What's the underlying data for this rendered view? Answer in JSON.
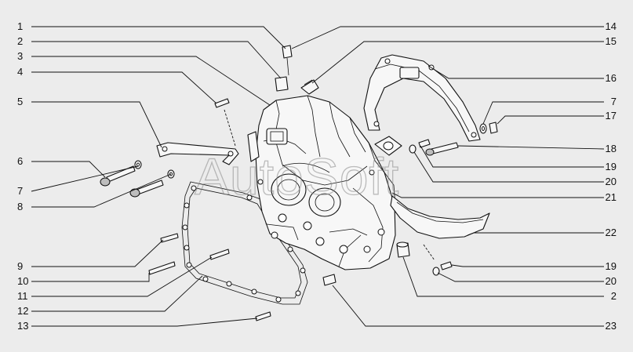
{
  "watermark": "AutoSoft",
  "callouts_left": [
    {
      "id": "l1",
      "label": "1"
    },
    {
      "id": "l2",
      "label": "2"
    },
    {
      "id": "l3",
      "label": "3"
    },
    {
      "id": "l4",
      "label": "4"
    },
    {
      "id": "l5",
      "label": "5"
    },
    {
      "id": "l6",
      "label": "6"
    },
    {
      "id": "l7",
      "label": "7"
    },
    {
      "id": "l8",
      "label": "8"
    },
    {
      "id": "l9",
      "label": "9"
    },
    {
      "id": "l10",
      "label": "10"
    },
    {
      "id": "l11",
      "label": "11"
    },
    {
      "id": "l12",
      "label": "12"
    },
    {
      "id": "l13",
      "label": "13"
    }
  ],
  "callouts_right": [
    {
      "id": "r14",
      "label": "14"
    },
    {
      "id": "r15",
      "label": "15"
    },
    {
      "id": "r16",
      "label": "16"
    },
    {
      "id": "r7",
      "label": "7"
    },
    {
      "id": "r17",
      "label": "17"
    },
    {
      "id": "r18",
      "label": "18"
    },
    {
      "id": "r19a",
      "label": "19"
    },
    {
      "id": "r20a",
      "label": "20"
    },
    {
      "id": "r21",
      "label": "21"
    },
    {
      "id": "r22",
      "label": "22"
    },
    {
      "id": "r19b",
      "label": "19"
    },
    {
      "id": "r20b",
      "label": "20"
    },
    {
      "id": "r2",
      "label": "2"
    },
    {
      "id": "r23",
      "label": "23"
    }
  ]
}
